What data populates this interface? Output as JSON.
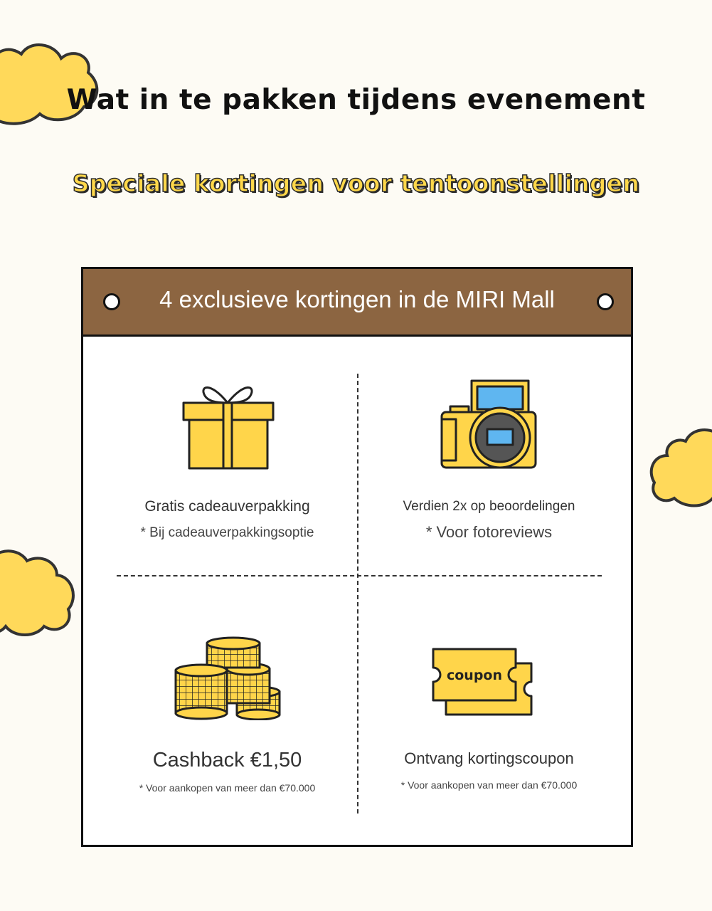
{
  "page": {
    "title": "Wat in te pakken tijdens evenement",
    "subtitle": "Speciale kortingen voor tentoonstellingen"
  },
  "card": {
    "header": "4 exclusieve kortingen in de MIRI Mall",
    "items": [
      {
        "icon": "gift-icon",
        "title": "Gratis cadeauverpakking",
        "note": "* Bij cadeauverpakkingsoptie"
      },
      {
        "icon": "camera-icon",
        "title": "Verdien 2x op beoordelingen",
        "note": "* Voor fotoreviews"
      },
      {
        "icon": "coins-icon",
        "title": "Cashback €1,50",
        "note": "* Voor aankopen van meer dan €70.000"
      },
      {
        "icon": "coupon-icon",
        "title": "Ontvang kortingscoupon",
        "note": "* Voor aankopen van meer dan €70.000",
        "icon_text": "coupon"
      }
    ]
  },
  "colors": {
    "background": "#fdfbf4",
    "accent_yellow": "#ffd84a",
    "header_brown": "#8c6541",
    "outline": "#111111"
  }
}
